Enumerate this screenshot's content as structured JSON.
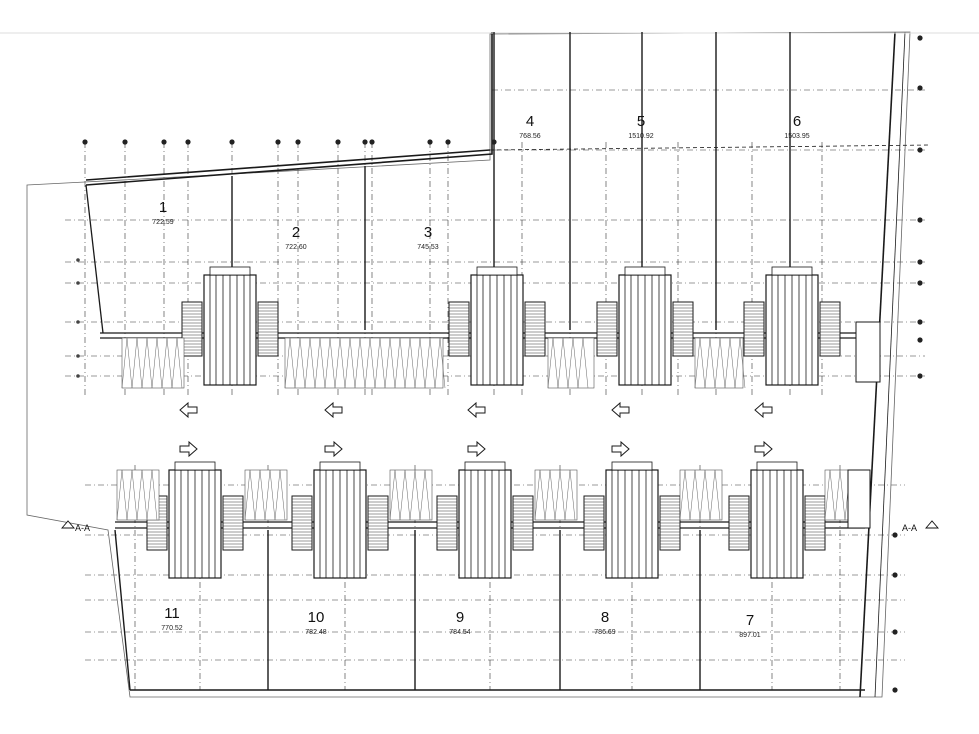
{
  "drawing": {
    "background": "#ffffff",
    "line_color": "#1a1a1a",
    "section_markers": {
      "left": "A-A",
      "right": "A-A"
    },
    "plots": [
      {
        "number": "1",
        "area": "722.59",
        "row": "top"
      },
      {
        "number": "2",
        "area": "722.60",
        "row": "top"
      },
      {
        "number": "3",
        "area": "745.53",
        "row": "top"
      },
      {
        "number": "4",
        "area": "768.56",
        "row": "top"
      },
      {
        "number": "5",
        "area": "1510.92",
        "row": "top"
      },
      {
        "number": "6",
        "area": "1503.95",
        "row": "top"
      },
      {
        "number": "7",
        "area": "897.01",
        "row": "bottom"
      },
      {
        "number": "8",
        "area": "786.69",
        "row": "bottom"
      },
      {
        "number": "9",
        "area": "784.54",
        "row": "bottom"
      },
      {
        "number": "10",
        "area": "782.48",
        "row": "bottom"
      },
      {
        "number": "11",
        "area": "770.52",
        "row": "bottom"
      }
    ]
  }
}
